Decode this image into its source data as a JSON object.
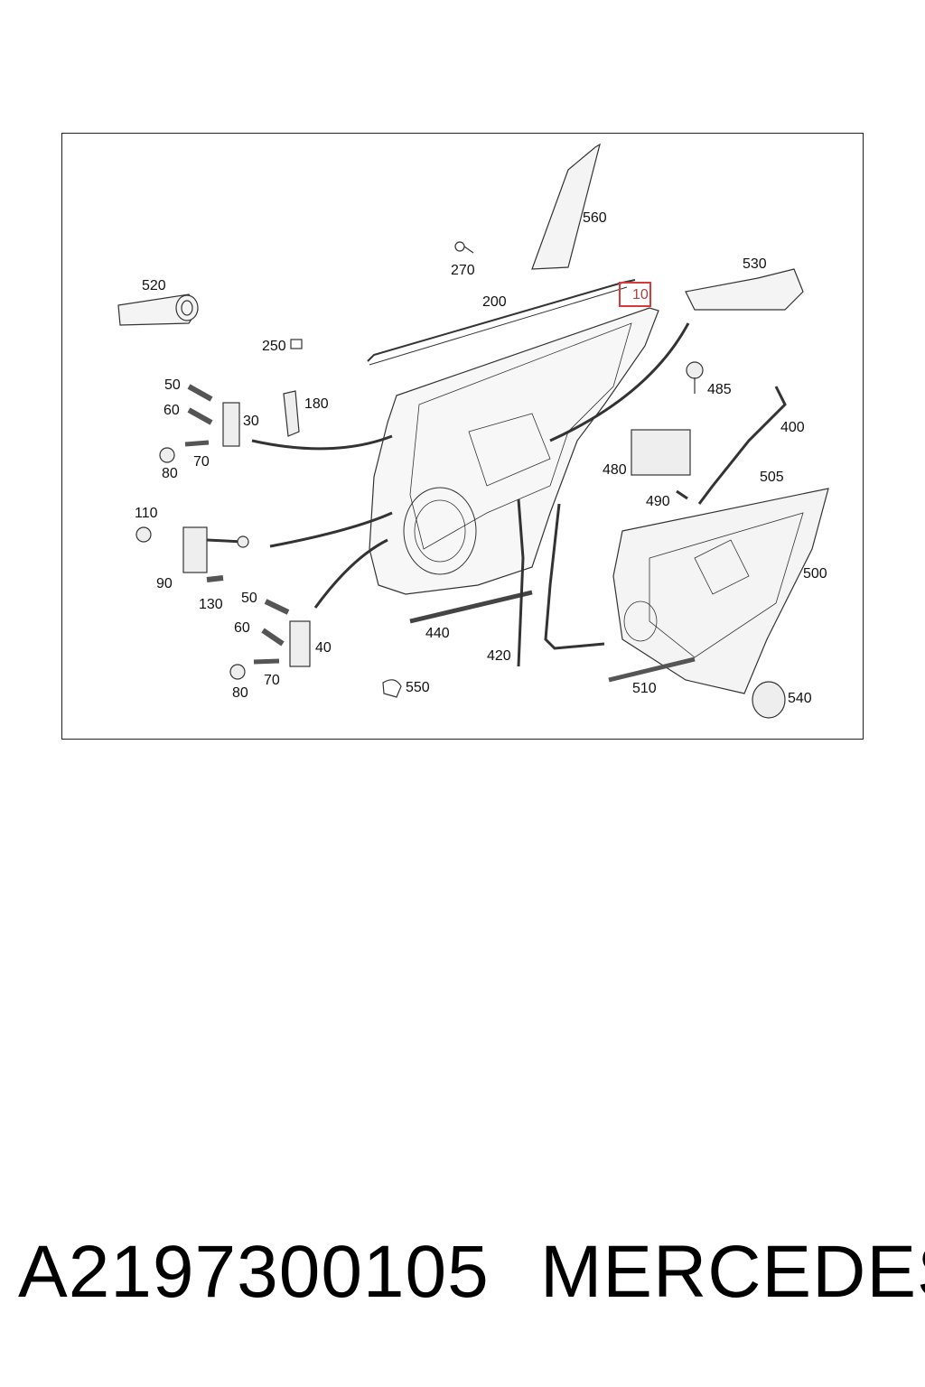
{
  "diagram": {
    "callouts": {
      "c10": "10",
      "c30": "30",
      "c40": "40",
      "c50a": "50",
      "c50b": "50",
      "c60a": "60",
      "c60b": "60",
      "c70a": "70",
      "c70b": "70",
      "c80a": "80",
      "c80b": "80",
      "c90": "90",
      "c110": "110",
      "c130": "130",
      "c180": "180",
      "c200": "200",
      "c250": "250",
      "c270": "270",
      "c400": "400",
      "c420": "420",
      "c440": "440",
      "c480": "480",
      "c485": "485",
      "c490": "490",
      "c500": "500",
      "c505": "505",
      "c510": "510",
      "c520": "520",
      "c530": "530",
      "c540": "540",
      "c550": "550",
      "c560": "560"
    },
    "highlight_color": "#d83a3a"
  },
  "footer": {
    "part_number": "A2197300105",
    "brand": "MERCEDES"
  }
}
